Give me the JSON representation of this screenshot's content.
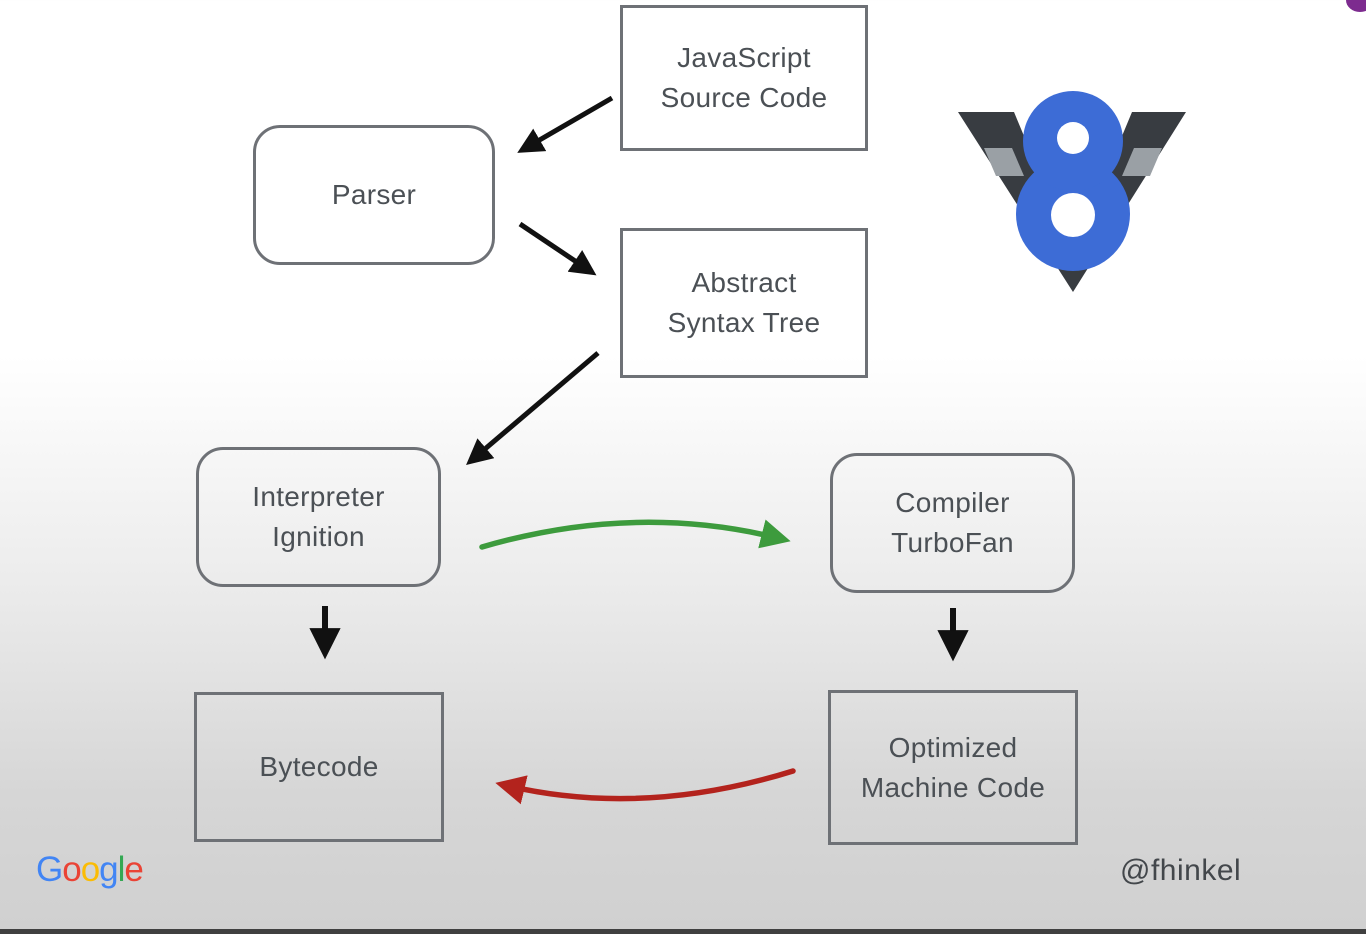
{
  "slide": {
    "description": "V8 JavaScript engine compilation pipeline diagram",
    "handle": "@fhinkel"
  },
  "branding": {
    "v8_logo": {
      "name": "v8-logo",
      "blue": "#3d6cd6",
      "dark": "#383c41",
      "light": "#9aa0a5"
    },
    "google_logo": {
      "word": "Google",
      "letters": [
        {
          "ch": "G",
          "color": "#4285F4"
        },
        {
          "ch": "o",
          "color": "#EA4335"
        },
        {
          "ch": "o",
          "color": "#FBBC05"
        },
        {
          "ch": "g",
          "color": "#4285F4"
        },
        {
          "ch": "l",
          "color": "#34A853"
        },
        {
          "ch": "e",
          "color": "#EA4335"
        }
      ]
    }
  },
  "diagram": {
    "nodes": {
      "js_source": {
        "label": "JavaScript\nSource Code",
        "shape": "rect"
      },
      "parser": {
        "label": "Parser",
        "shape": "rounded"
      },
      "ast": {
        "label": "Abstract\nSyntax Tree",
        "shape": "rect"
      },
      "interpreter": {
        "label": "Interpreter\nIgnition",
        "shape": "rounded"
      },
      "compiler": {
        "label": "Compiler\nTurboFan",
        "shape": "rounded"
      },
      "bytecode": {
        "label": "Bytecode",
        "shape": "rect"
      },
      "optimized": {
        "label": "Optimized\nMachine Code",
        "shape": "rect"
      }
    },
    "edges": [
      {
        "from": "js_source",
        "to": "parser",
        "color": "#111111",
        "style": "straight"
      },
      {
        "from": "parser",
        "to": "ast",
        "color": "#111111",
        "style": "straight"
      },
      {
        "from": "ast",
        "to": "interpreter",
        "color": "#111111",
        "style": "straight"
      },
      {
        "from": "interpreter",
        "to": "bytecode",
        "color": "#111111",
        "style": "straight"
      },
      {
        "from": "compiler",
        "to": "optimized",
        "color": "#111111",
        "style": "straight"
      },
      {
        "from": "interpreter",
        "to": "compiler",
        "color": "#3d9b3d",
        "style": "curved-up"
      },
      {
        "from": "optimized",
        "to": "bytecode",
        "color": "#b3231d",
        "style": "curved-down"
      }
    ],
    "colors": {
      "arrow_black": "#111111",
      "arrow_green": "#3d9b3d",
      "arrow_red": "#b3231d",
      "box_border": "#6e7176",
      "box_text": "#4b5055"
    }
  }
}
